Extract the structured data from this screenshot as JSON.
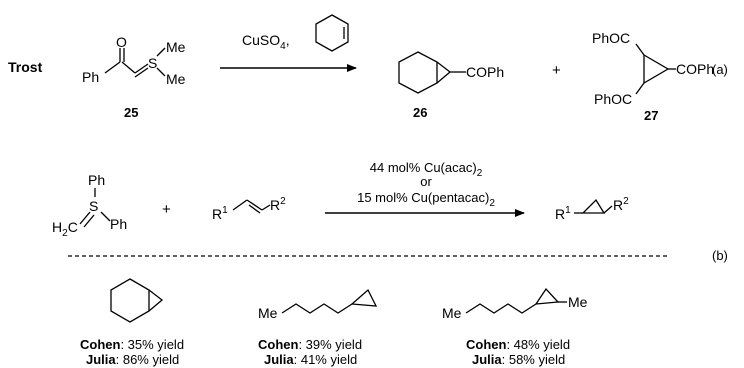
{
  "section_a": {
    "author": "Trost",
    "reagent_25": {
      "o_label": "O",
      "s_label": "S",
      "ph_label": "Ph",
      "me_top": "Me",
      "me_bottom": "Me",
      "number": "25"
    },
    "conditions": {
      "reagent": "CuSO",
      "reagent_sub": "4",
      "sep": ","
    },
    "product_26": {
      "substituent": "COPh",
      "number": "26"
    },
    "plus": "+",
    "product_27": {
      "top_sub": "PhOC",
      "right_sub": "COPh",
      "bottom_sub": "PhOC",
      "number": "27"
    },
    "tag": "(a)"
  },
  "section_b": {
    "ylide": {
      "ph_top": "Ph",
      "s_label": "S",
      "ph_right": "Ph",
      "h2c": "H",
      "h2c_sub": "2",
      "c": "C"
    },
    "plus": "+",
    "alkene": {
      "r1": "R",
      "r1_sup": "1",
      "r2": "R",
      "r2_sup": "2"
    },
    "conditions": {
      "line1_a": "44 mol% Cu(acac)",
      "line1_sub": "2",
      "line2": "or",
      "line3_a": "15 mol% Cu(pentacac)",
      "line3_sub": "2"
    },
    "product": {
      "r1": "R",
      "r1_sup": "1",
      "r2": "R",
      "r2_sup": "2"
    },
    "tag": "(b)"
  },
  "results": [
    {
      "me_label": "",
      "cohen_label": "Cohen",
      "cohen_value": ": 35% yield",
      "julia_label": "Julia",
      "julia_value": ": 86% yield"
    },
    {
      "me_label": "Me",
      "cohen_label": "Cohen",
      "cohen_value": ": 39% yield",
      "julia_label": "Julia",
      "julia_value": ": 41% yield"
    },
    {
      "me_label": "Me",
      "me_right": "Me",
      "cohen_label": "Cohen",
      "cohen_value": ": 48% yield",
      "julia_label": "Julia",
      "julia_value": ": 58% yield"
    }
  ]
}
